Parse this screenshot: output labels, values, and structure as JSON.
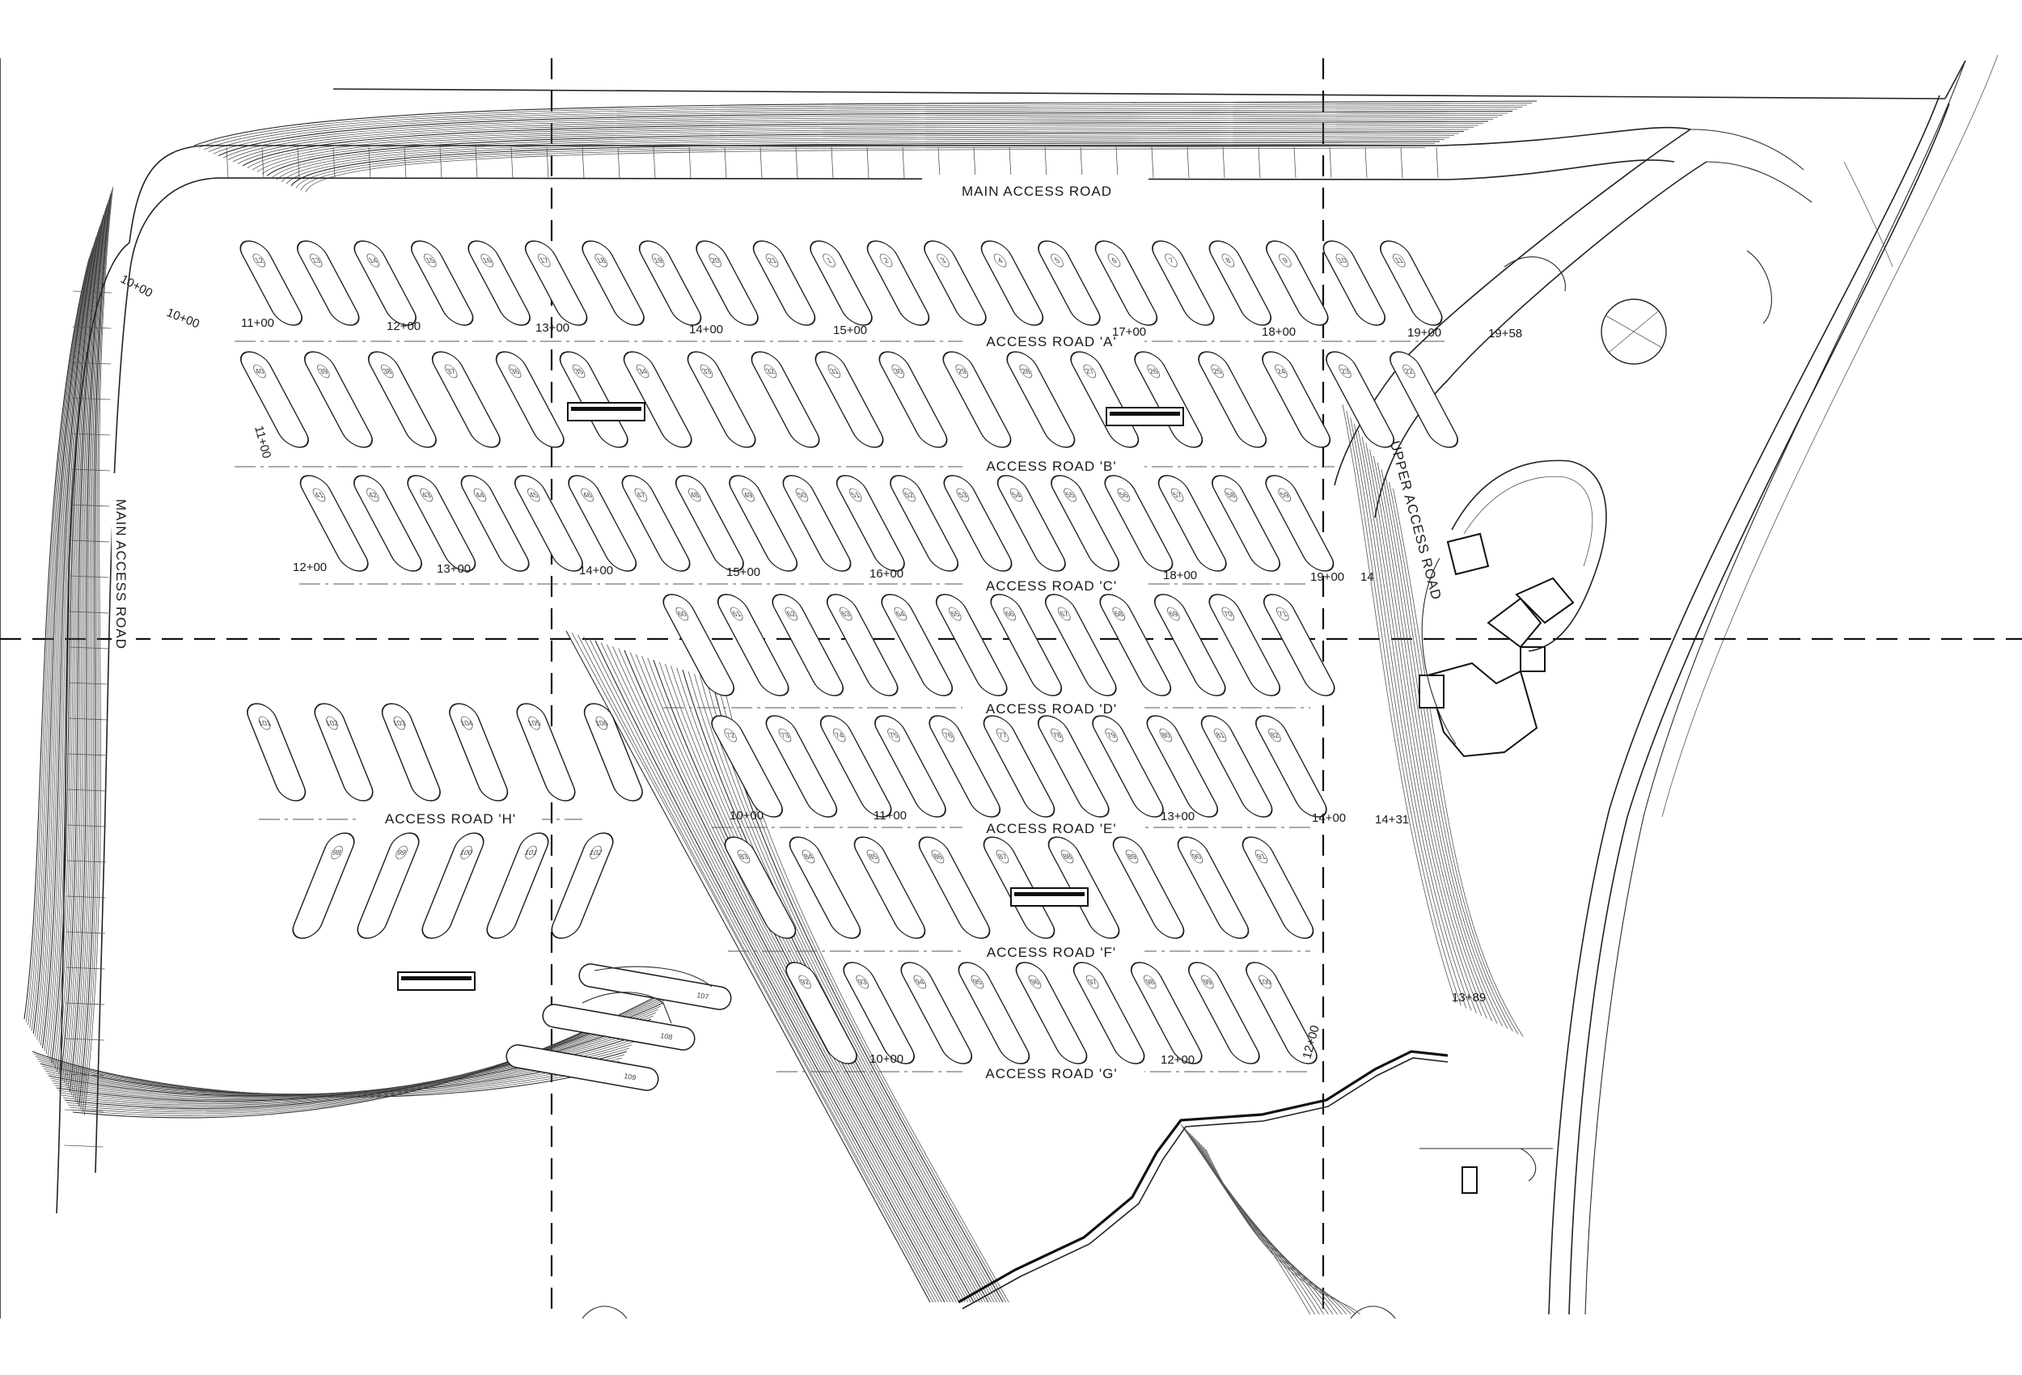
{
  "roads": {
    "main_top": "MAIN ACCESS ROAD",
    "main_left": "MAIN ACCESS ROAD",
    "upper": "UPPER ACCESS ROAD",
    "a": "ACCESS ROAD 'A'",
    "b": "ACCESS ROAD 'B'",
    "c": "ACCESS ROAD 'C'",
    "d": "ACCESS ROAD 'D'",
    "e": "ACCESS ROAD 'E'",
    "f": "ACCESS ROAD 'F'",
    "g": "ACCESS ROAD 'G'",
    "h": "ACCESS ROAD 'H'"
  },
  "stations": {
    "row_a": [
      "11+00",
      "12+00",
      "13+00",
      "14+00",
      "15+00",
      "17+00",
      "18+00",
      "19+00",
      "19+58"
    ],
    "row_b_left": [
      "10+00",
      "10+00",
      "11+00"
    ],
    "row_c": [
      "12+00",
      "13+00",
      "14+00",
      "15+00",
      "16+00",
      "18+00",
      "19+00",
      "14"
    ],
    "row_e": [
      "10+00",
      "11+00",
      "13+00",
      "14+00",
      "14+31"
    ],
    "row_g": [
      "10+00",
      "12+00",
      "12+00",
      "13+89"
    ]
  },
  "lots": {
    "row_a": [
      "12",
      "13",
      "14",
      "15",
      "16",
      "17",
      "18",
      "19",
      "20",
      "21",
      "1",
      "2",
      "3",
      "4",
      "5",
      "6",
      "7",
      "8",
      "9",
      "10",
      "11"
    ],
    "row_b": [
      "40",
      "39",
      "38",
      "37",
      "36",
      "35",
      "34",
      "33",
      "32",
      "31",
      "30",
      "29",
      "28",
      "27",
      "26",
      "25",
      "24",
      "23",
      "22"
    ],
    "row_c": [
      "41",
      "42",
      "43",
      "44",
      "45",
      "46",
      "47",
      "48",
      "49",
      "50",
      "51",
      "52",
      "53",
      "54",
      "55",
      "56",
      "57",
      "58",
      "59"
    ],
    "row_d": [
      "60",
      "61",
      "62",
      "63",
      "64",
      "65",
      "66",
      "67",
      "68",
      "69",
      "70",
      "71"
    ],
    "row_e": [
      "72",
      "73",
      "74",
      "75",
      "76",
      "77",
      "78",
      "79",
      "80",
      "81",
      "82"
    ],
    "row_f": [
      "83",
      "84",
      "85",
      "86",
      "87",
      "88",
      "89",
      "90",
      "91"
    ],
    "row_g": [
      "92",
      "93",
      "94",
      "95",
      "96",
      "97",
      "98",
      "99",
      "100"
    ],
    "row_h_top": [
      "101",
      "102",
      "103",
      "104",
      "105",
      "106"
    ],
    "row_h_bottom": [
      "98",
      "99",
      "100",
      "101",
      "102"
    ],
    "south": [
      "107",
      "108",
      "109"
    ]
  }
}
